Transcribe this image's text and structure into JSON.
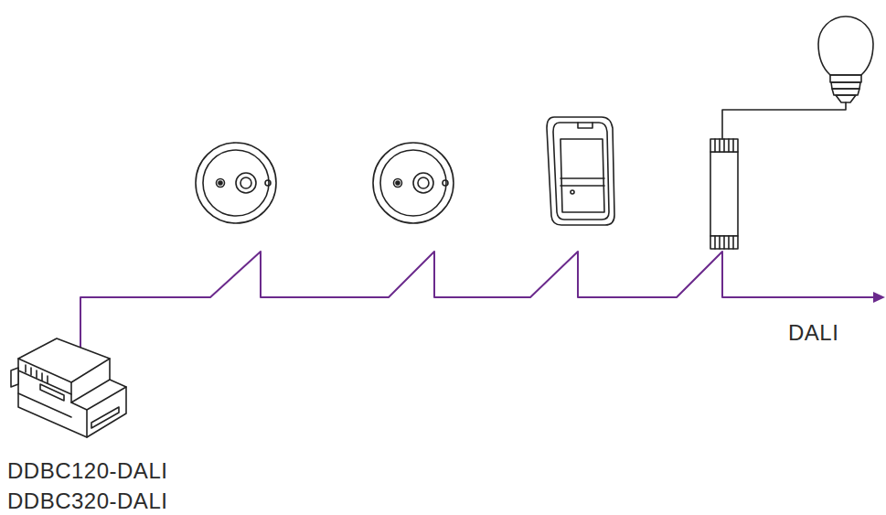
{
  "diagram": {
    "labels": [
      "DDBC120-DALI",
      "DDBC320-DALI",
      "DALI"
    ]
  }
}
